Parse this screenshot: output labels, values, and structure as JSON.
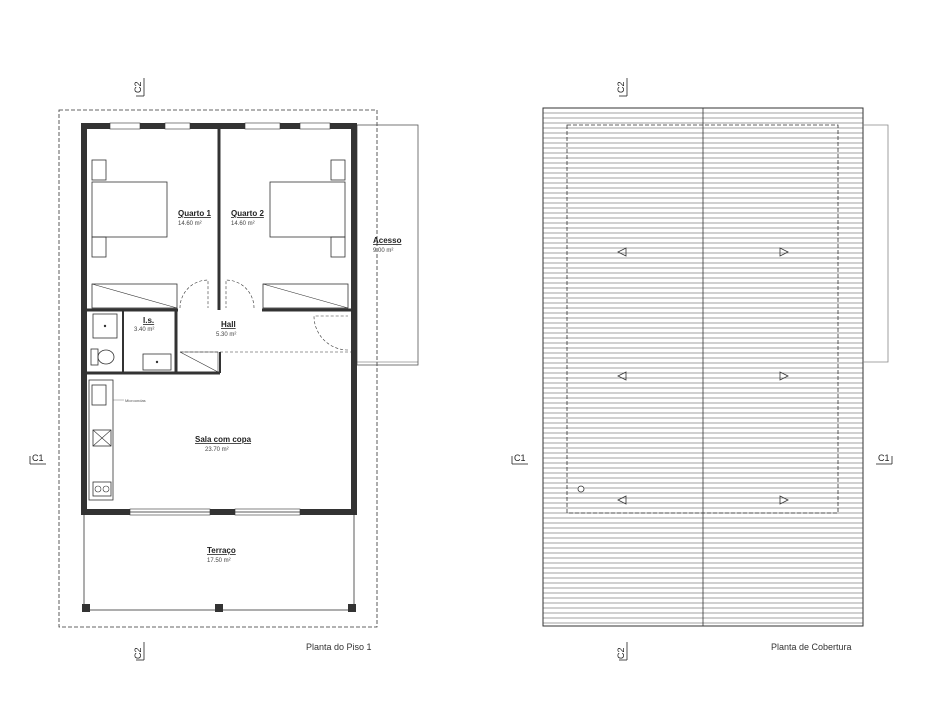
{
  "floor_plan": {
    "caption": "Planta do Piso 1",
    "rooms": [
      {
        "name": "Quarto 1",
        "area": "14.60 m²"
      },
      {
        "name": "Quarto 2",
        "area": "14.60 m²"
      },
      {
        "name": "Acesso",
        "area": "9.00 m²"
      },
      {
        "name": "I.s.",
        "area": "3.40 m²"
      },
      {
        "name": "Hall",
        "area": "5.30 m²"
      },
      {
        "name": "Sala com copa",
        "area": "23.70 m²"
      },
      {
        "name": "Terraço",
        "area": "17.50 m²"
      }
    ],
    "appliance_label": "Microondas"
  },
  "roof_plan": {
    "caption": "Planta de Cobertura"
  },
  "section_markers": {
    "c1": "C1",
    "c2": "C2"
  }
}
